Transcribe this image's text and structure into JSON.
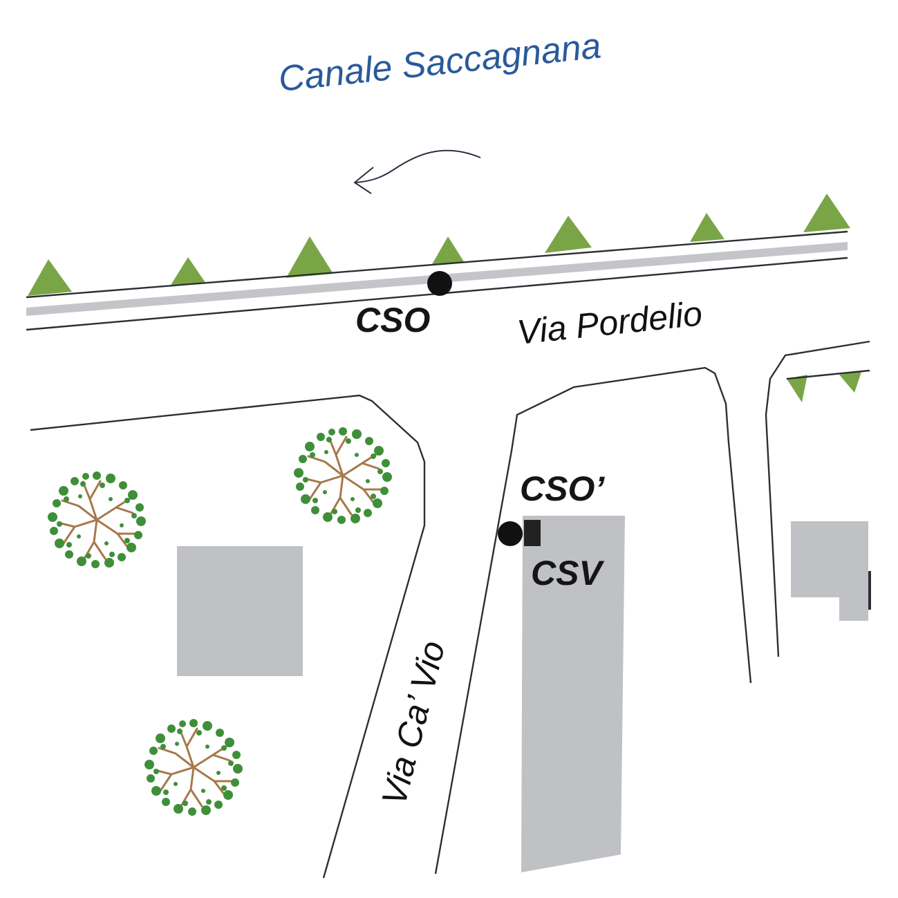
{
  "map": {
    "canal": {
      "name": "Canale Saccagnana",
      "flow_direction": "west"
    },
    "streets": [
      {
        "id": "pordelio",
        "name": "Via Pordelio"
      },
      {
        "id": "ca-vio",
        "name": "Via Ca’ Vio"
      }
    ],
    "points": [
      {
        "id": "cso",
        "label": "CSO",
        "symbol": "circle"
      },
      {
        "id": "cso-prime",
        "label": "CSO’",
        "symbol": "circle"
      },
      {
        "id": "csv",
        "label": "CSV",
        "symbol": "square"
      }
    ],
    "colors": {
      "canal_label": "#2a5a9a",
      "bank_vegetation": "#7aa547",
      "buildings": "#bfc1c4",
      "roads": "#2b2f33",
      "tree_foliage": "#3f8f3a",
      "tree_branches": "#a7784a",
      "markers": "#111111"
    }
  }
}
